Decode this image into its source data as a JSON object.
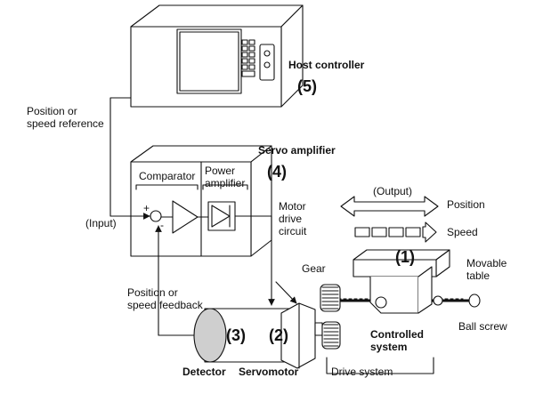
{
  "labels": {
    "host_controller": "Host controller",
    "host_number": "(5)",
    "position_reference": "Position or speed reference",
    "servo_amplifier": "Servo amplifier",
    "servo_number": "(4)",
    "comparator": "Comparator",
    "power_amplifier": "Power amplifier",
    "motor_drive_circuit": "Motor drive circuit",
    "input": "(Input)",
    "plus_sign": "+",
    "minus_sign": "-",
    "output": "(Output)",
    "position": "Position",
    "speed": "Speed",
    "controlled_number": "(1)",
    "movable_table": "Movable table",
    "gear": "Gear",
    "feedback": "Position or speed feedback",
    "detector_number": "(3)",
    "servomotor_number": "(2)",
    "controlled_system": "Controlled system",
    "ball_screw": "Ball screw",
    "detector": "Detector",
    "servomotor": "Servomotor",
    "drive_system": "Drive system"
  },
  "colors": {
    "line": "#111111",
    "fill": "#ffffff",
    "detector_shade": "#cfcfcf"
  }
}
